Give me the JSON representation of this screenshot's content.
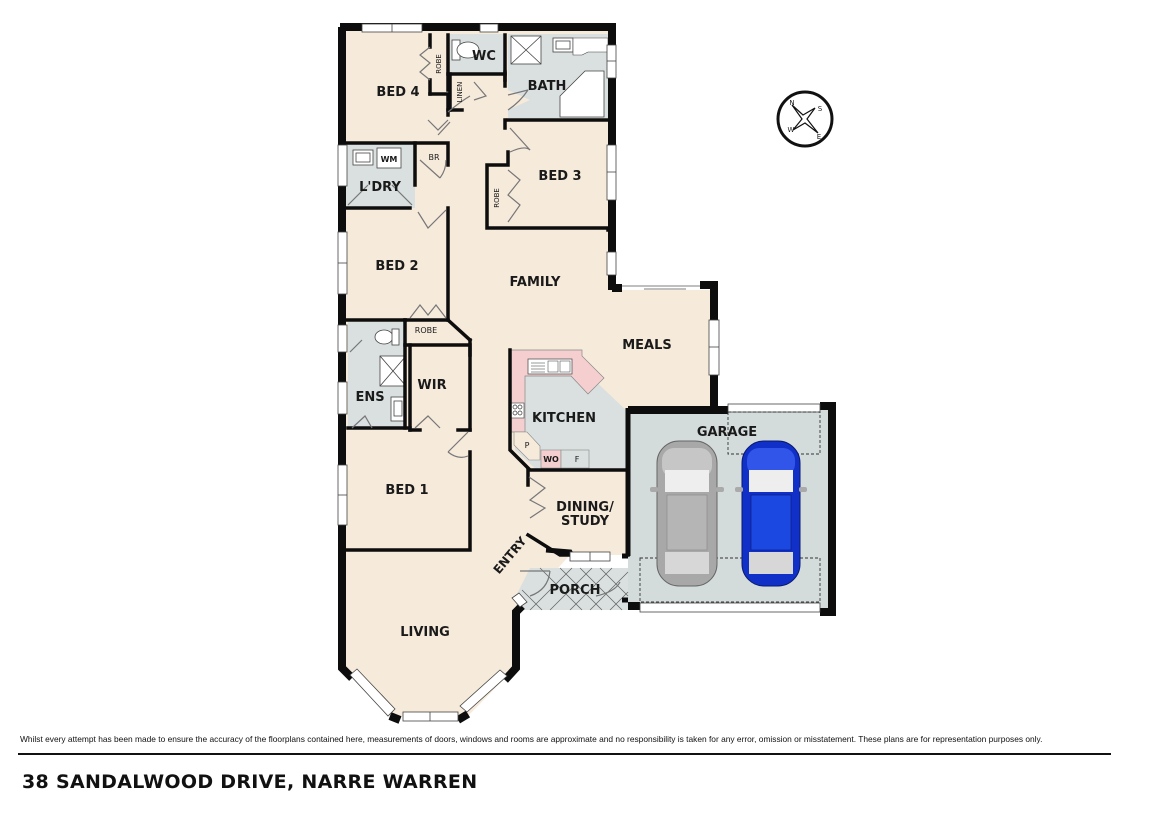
{
  "title": "38 SANDALWOOD DRIVE, NARRE WARREN",
  "disclaimer": "Whilst every attempt has been made to ensure the accuracy of the floorplans contained here, measurements of doors, windows and rooms are approximate and no responsibility is taken for any error, omission or misstatement. These plans are for representation purposes only.",
  "compass": {
    "labels": [
      "N",
      "S",
      "W",
      "E"
    ]
  },
  "colors": {
    "floor": "#f6eadb",
    "wet": "#d9e0df",
    "kitchen_bench": "#f5cfcf",
    "garage": "#d3dbdb",
    "wall": "#0d0d0d",
    "car_silver": "#a8a8a8",
    "car_blue": "#1030c8"
  },
  "rooms": {
    "bed4": "BED 4",
    "robe4": "ROBE",
    "wc": "WC",
    "linen": "LINEN",
    "bath": "BATH",
    "ldry": "L'DRY",
    "wm": "WM",
    "br": "BR",
    "bed3": "BED 3",
    "robe3": "ROBE",
    "bed2": "BED 2",
    "family": "FAMILY",
    "robe2": "ROBE",
    "meals": "MEALS",
    "ens": "ENS",
    "wir": "WIR",
    "kitchen": "KITCHEN",
    "pantry": "P",
    "wo": "WO",
    "fridge": "F",
    "garage": "GARAGE",
    "bed1": "BED 1",
    "dining": "DINING/",
    "study": "STUDY",
    "entry": "ENTRY",
    "porch": "PORCH",
    "living": "LIVING"
  }
}
